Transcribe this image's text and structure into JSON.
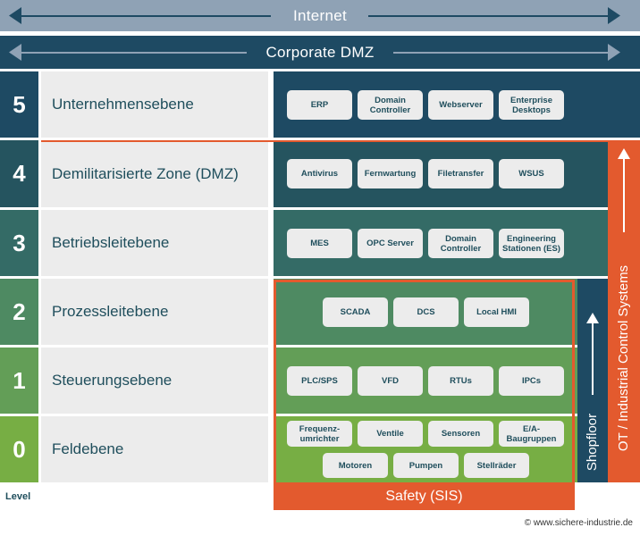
{
  "bands": {
    "internet": "Internet",
    "dmz": "Corporate DMZ"
  },
  "levels": [
    {
      "num": "5",
      "name": "Unternehmensebene"
    },
    {
      "num": "4",
      "name": "Demilitarisierte Zone (DMZ)"
    },
    {
      "num": "3",
      "name": "Betriebsleitebene"
    },
    {
      "num": "2",
      "name": "Prozessleitebene"
    },
    {
      "num": "1",
      "name": "Steuerungsebene"
    },
    {
      "num": "0",
      "name": "Feldebene"
    }
  ],
  "chips": {
    "l5": [
      "ERP",
      "Domain Controller",
      "Webserver",
      "Enterprise Desktops"
    ],
    "l4": [
      "Antivirus",
      "Fernwartung",
      "Filetransfer",
      "WSUS"
    ],
    "l3": [
      "MES",
      "OPC Server",
      "Domain Controller",
      "Engineering Stationen (ES)"
    ],
    "l2": [
      "SCADA",
      "DCS",
      "Local HMI"
    ],
    "l1": [
      "PLC/SPS",
      "VFD",
      "RTUs",
      "IPCs"
    ],
    "l0a": [
      "Frequenz-umrichter",
      "Ventile",
      "Sensoren",
      "E/A-Baugruppen"
    ],
    "l0b": [
      "Motoren",
      "Pumpen",
      "Stellräder"
    ]
  },
  "side": {
    "shopfloor": "Shopfloor",
    "ot": "OT / Industrial Control Systems",
    "safety": "Safety (SIS)"
  },
  "legend_level": "Level",
  "copyright": "© www.sichere-industrie.de",
  "colors": {
    "internet_band": "#8fa2b5",
    "dmz_band": "#1e4a63",
    "l5": "#1e4a63",
    "l4": "#25545f",
    "l3": "#346b66",
    "l2": "#4e8a62",
    "l1": "#639e57",
    "l0": "#77ae44",
    "orange": "#e35a2e"
  }
}
